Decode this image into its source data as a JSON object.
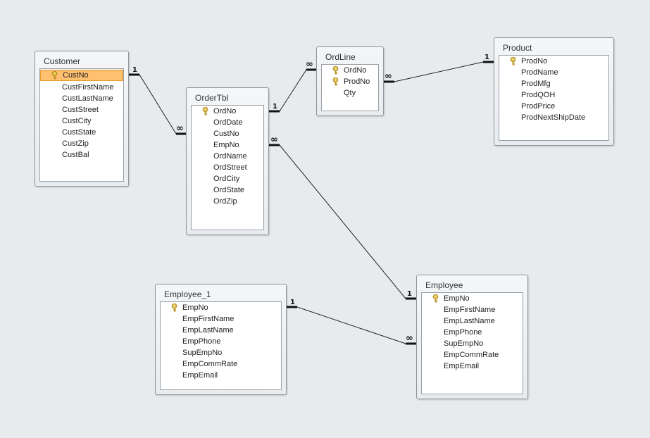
{
  "tables": [
    {
      "id": "customer",
      "title": "Customer",
      "fields": [
        {
          "name": "CustNo",
          "key": true,
          "selected": true
        },
        {
          "name": "CustFirstName"
        },
        {
          "name": "CustLastName"
        },
        {
          "name": "CustStreet"
        },
        {
          "name": "CustCity"
        },
        {
          "name": "CustState"
        },
        {
          "name": "CustZip"
        },
        {
          "name": "CustBal"
        }
      ]
    },
    {
      "id": "ordertbl",
      "title": "OrderTbl",
      "fields": [
        {
          "name": "OrdNo",
          "key": true
        },
        {
          "name": "OrdDate"
        },
        {
          "name": "CustNo"
        },
        {
          "name": "EmpNo"
        },
        {
          "name": "OrdName"
        },
        {
          "name": "OrdStreet"
        },
        {
          "name": "OrdCity"
        },
        {
          "name": "OrdState"
        },
        {
          "name": "OrdZip"
        }
      ]
    },
    {
      "id": "ordline",
      "title": "OrdLine",
      "fields": [
        {
          "name": "OrdNo",
          "key": true
        },
        {
          "name": "ProdNo",
          "key": true
        },
        {
          "name": "Qty"
        }
      ]
    },
    {
      "id": "product",
      "title": "Product",
      "fields": [
        {
          "name": "ProdNo",
          "key": true
        },
        {
          "name": "ProdName"
        },
        {
          "name": "ProdMfg"
        },
        {
          "name": "ProdQOH"
        },
        {
          "name": "ProdPrice"
        },
        {
          "name": "ProdNextShipDate"
        }
      ]
    },
    {
      "id": "employee1",
      "title": "Employee_1",
      "fields": [
        {
          "name": "EmpNo",
          "key": true
        },
        {
          "name": "EmpFirstName"
        },
        {
          "name": "EmpLastName"
        },
        {
          "name": "EmpPhone"
        },
        {
          "name": "SupEmpNo"
        },
        {
          "name": "EmpCommRate"
        },
        {
          "name": "EmpEmail"
        }
      ]
    },
    {
      "id": "employee",
      "title": "Employee",
      "fields": [
        {
          "name": "EmpNo",
          "key": true
        },
        {
          "name": "EmpFirstName"
        },
        {
          "name": "EmpLastName"
        },
        {
          "name": "EmpPhone"
        },
        {
          "name": "SupEmpNo"
        },
        {
          "name": "EmpCommRate"
        },
        {
          "name": "EmpEmail"
        }
      ]
    }
  ],
  "relationships": [
    {
      "name": "customer-ordertbl",
      "one_label": "1",
      "many_label": "∞"
    },
    {
      "name": "ordertbl-ordline",
      "one_label": "1",
      "many_label": "∞"
    },
    {
      "name": "product-ordline",
      "one_label": "1",
      "many_label": "∞"
    },
    {
      "name": "employee-ordertbl",
      "one_label": "1",
      "many_label": "∞"
    },
    {
      "name": "employee1-employee",
      "one_label": "1",
      "many_label": "∞"
    }
  ],
  "colors": {
    "background": "#e8ebee",
    "selected_field": "#ffc070",
    "key_icon": "#c9a227"
  }
}
